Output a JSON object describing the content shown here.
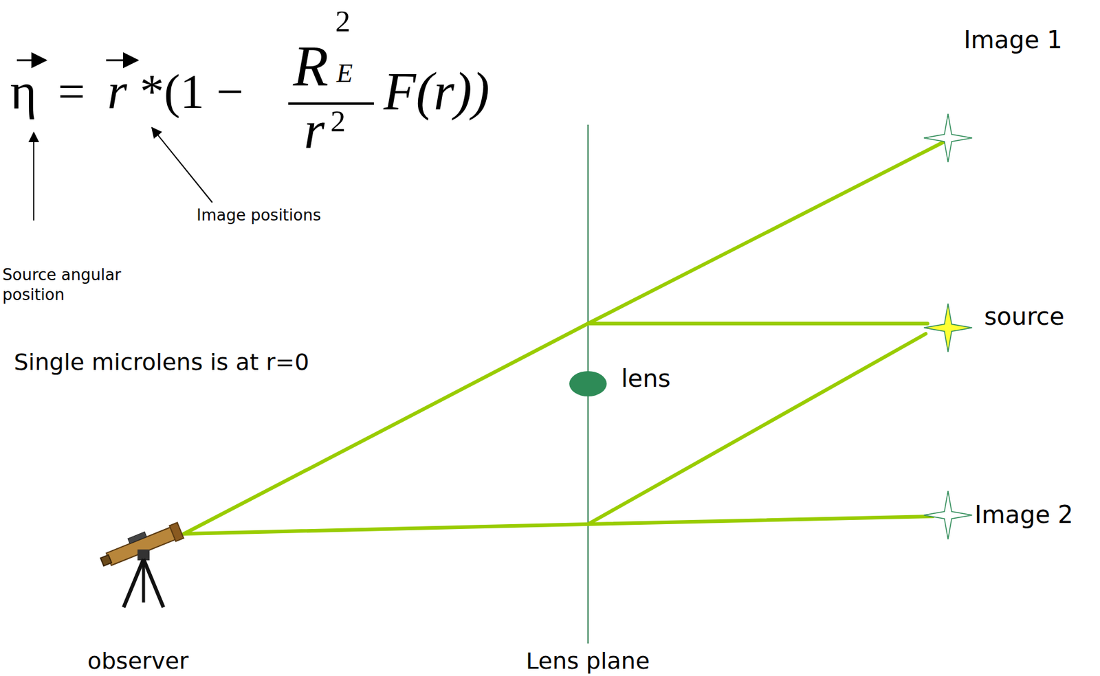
{
  "diagram": {
    "labels": [
      "η",
      "=",
      "r",
      "*(1 −",
      "R",
      "2",
      "E",
      "r",
      "2",
      "F(r))",
      "Image positions",
      "Source angular position",
      "Single microlens is at r=0",
      "Image 1",
      "source",
      "lens",
      "Image 2",
      "observer",
      "Lens plane"
    ]
  }
}
